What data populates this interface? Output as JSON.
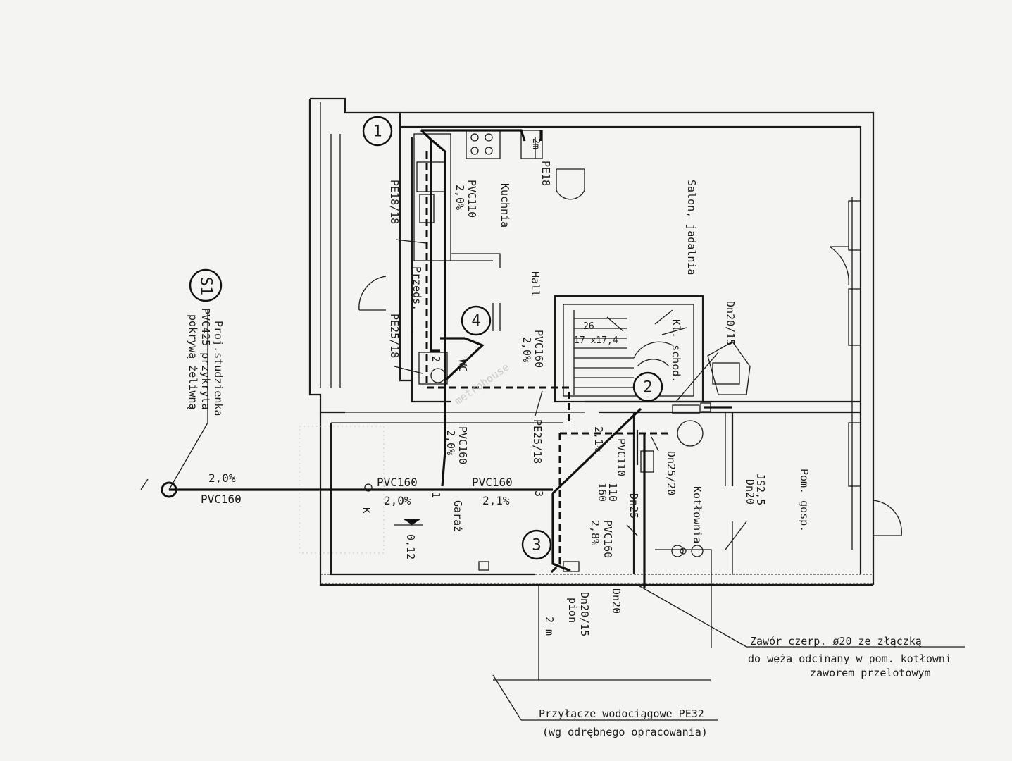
{
  "rooms": {
    "kuchnia": "Kuchnia",
    "salon": "Salon, jadalnia",
    "hall": "Hall",
    "przeds": "Przeds.",
    "wc": "WC",
    "kl_schod": "Kl. schod.",
    "garaz": "Garaż",
    "kotlownia": "Kotłownia",
    "pom_gosp": "Pom. gosp."
  },
  "markers": {
    "m1": "1",
    "m2": "2",
    "m3": "3",
    "m4": "4",
    "s1": "S1"
  },
  "pipe_labels": {
    "pvc110_kitchen": "PVC110",
    "slope_kitchen": "2,0%",
    "pe18_18": "PE18/18",
    "pe18": "PE18",
    "two_m": "2m",
    "pe25_18_a": "PE25/18",
    "pvc160_wc": "PVC160",
    "slope_wc": "2,0%",
    "pvc160_riser": "PVC160",
    "slope_riser": "2,0%",
    "pe25_18_b": "PE25/18",
    "pvc110_diag": "PVC110",
    "slope_diag": "2,1%",
    "size_110": "110",
    "size_160": "160",
    "pvc160_3": "PVC160",
    "slope_3": "2,8%",
    "dn25_20": "Dn25/20",
    "dn25": "Dn25",
    "dn20_15_top": "Dn20/15",
    "js2_5": "JS2,5",
    "dn20_gosp": "Dn20",
    "slope_main": "2,0%",
    "pvc160_main": "PVC160",
    "pvc160_mid": "PVC160",
    "slope_mid": "2,0%",
    "pvc160_right": "PVC160",
    "slope_right": "2,1%",
    "k": "K",
    "n1": "1",
    "n2": "2",
    "n3": "3",
    "level": "0,12",
    "dn20_15_pion": "Dn20/15",
    "pion": "pion",
    "dn20_bottom": "Dn20",
    "two_m_dim": "2 m",
    "stair_26": "26",
    "stair_17": "17 x17,4"
  },
  "s1_note": {
    "line1": "Proj.studzienka",
    "line2": "PVC425 przykryta",
    "line3": "pokrywą żeliwną"
  },
  "valve_note": {
    "line1": "Zawór czerp. ø20 ze złączką",
    "line2": "do węża odcinany w pom. kotłowni",
    "line3": "zaworem przelotowym"
  },
  "connection_note": {
    "line1": "Przyłącze wodociągowe PE32",
    "line2": "(wg odrębnego opracowania)"
  },
  "watermark": "metrohouse"
}
